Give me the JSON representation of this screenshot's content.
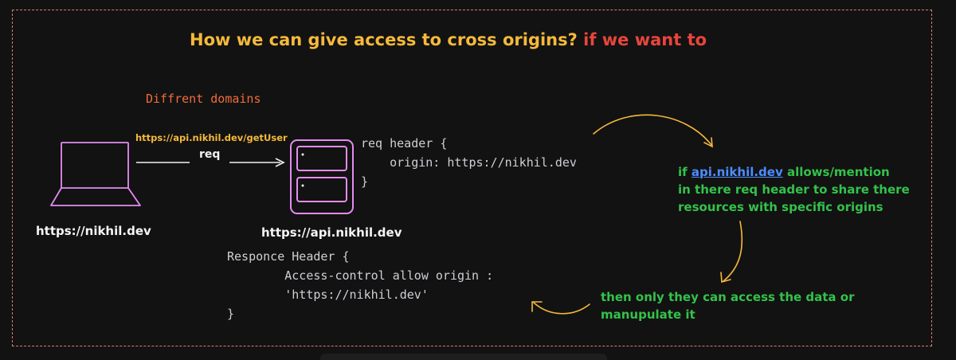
{
  "title": {
    "main": "How we can give access to cross origins?",
    "highlight": "if we want to"
  },
  "labels": {
    "different_domains": "Diffrent domains",
    "request_url": "https://api.nikhil.dev/getUser",
    "request": "req",
    "client_origin": "https://nikhil.dev",
    "server_origin": "https://api.nikhil.dev"
  },
  "request_header": [
    "req header {",
    "    origin: https://nikhil.dev",
    "}"
  ],
  "response_header": [
    "Responce Header {",
    "        Access-control allow origin :",
    "        'https://nikhil.dev'",
    "}"
  ],
  "notes": {
    "allow_prefix": "if ",
    "allow_link": "api.nikhil.dev",
    "allow_suffix": " allows/mention",
    "allow_line2": "in there req header to share there",
    "allow_line3": "resources with specific origins",
    "access_line1": "then only they can access the data or",
    "access_line2": "manupulate it"
  },
  "colors": {
    "title": "#f5b93a",
    "highlight": "#e8453c",
    "domains": "#ef6c3b",
    "device": "#e58cf2",
    "note": "#33c24a",
    "link": "#4c8dff",
    "border": "#e0786e"
  },
  "icons": [
    "laptop-icon",
    "server-icon",
    "curved-arrow-icon"
  ]
}
